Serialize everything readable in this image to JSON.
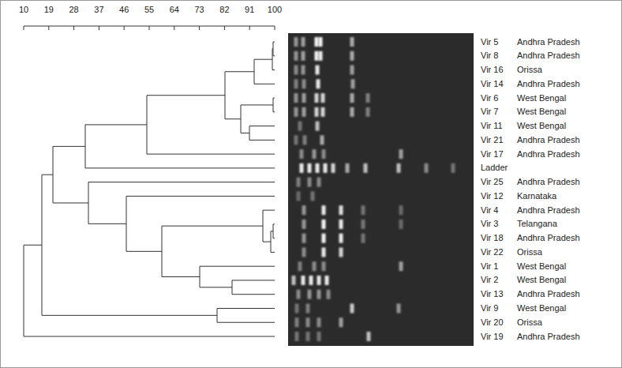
{
  "diagram": {
    "labels": [
      "10",
      "19",
      "28",
      "37",
      "46",
      "55",
      "64",
      "73",
      "82",
      "91",
      "100",
      "Vir 5",
      "Andhra Pradesh",
      "Vir 8",
      "Andhra Pradesh",
      "Vir 16",
      "Orissa",
      "Vir 14",
      "Andhra Pradesh",
      "Vir 6",
      "West Bengal",
      "Vir 7",
      "West Bengal",
      "Vir 11",
      "West Bengal",
      "Vir 21",
      "Andhra Pradesh",
      "Vir 17",
      "Andhra Pradesh",
      "Ladder",
      "Vir 25",
      "Andhra Pradesh",
      "Vir 12",
      "Karnataka",
      "Vir 4",
      "Andhra Pradesh",
      "Vir 3",
      "Telangana",
      "Vir 18",
      "Andhra Pradesh",
      "Vir 22",
      "Orissa",
      "Vir 1",
      "West Bengal",
      "Vir 2",
      "West Bengal",
      "Vir 13",
      "Andhra Pradesh",
      "Vir 9",
      "West Bengal",
      "Vir 20",
      "Orissa",
      "Vir 19",
      "Andhra Pradesh"
    ]
  }
}
